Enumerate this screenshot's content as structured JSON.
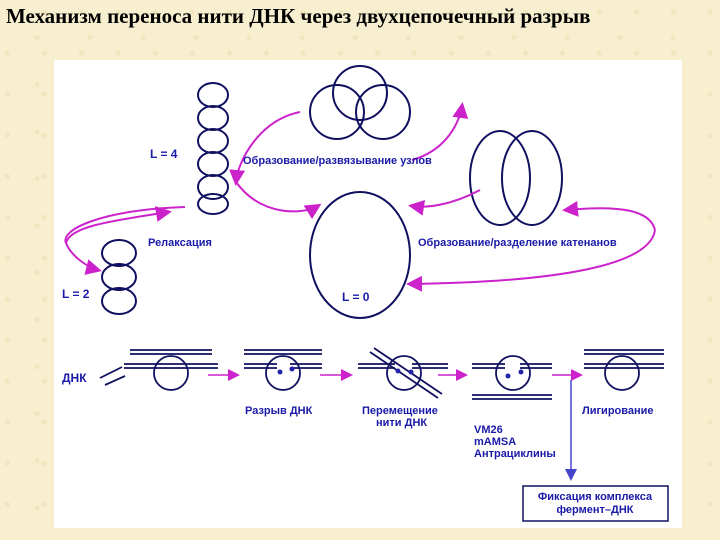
{
  "title": "Механизм переноса нити ДНК через двухцепочечный разрыв",
  "diagram": {
    "linking_number_4": "L = 4",
    "knot_label": "Образование/развязывание узлов",
    "relaxation_label": "Релаксация",
    "catenane_label": "Образование/разделение катенанов",
    "linking_number_2": "L = 2",
    "linking_number_0": "L = 0",
    "dna_label": "ДНК",
    "step_break": "Разрыв ДНК",
    "step_transfer_line1": "Перемещение",
    "step_transfer_line2": "нити ДНК",
    "step_ligation": "Лигирование",
    "inhibitor_1": "VM26",
    "inhibitor_2": "mAMSA",
    "inhibitor_3": "Антрациклины",
    "complex_line1": "Фиксация комплекса",
    "complex_line2": "фермент–ДНК"
  },
  "colors": {
    "arrow": "#cc22cc",
    "label": "#1a1aa8",
    "line": "#101060",
    "enzyme_fill": "#2222aa"
  }
}
